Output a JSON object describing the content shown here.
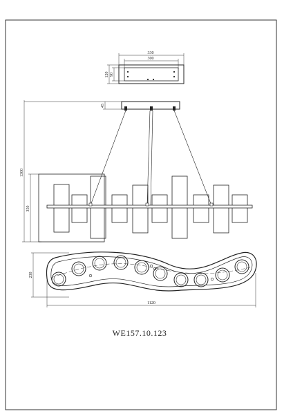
{
  "drawing": {
    "model_number": "WE157.10.123",
    "top_view": {
      "outer_width": "330",
      "inner_width": "300",
      "outer_depth": "120",
      "inner_depth": "90"
    },
    "front_view": {
      "canopy_height": "45",
      "total_height": "1300",
      "shade_height": "350"
    },
    "bottom_view": {
      "depth": "230",
      "length": "1120",
      "ring_count": 10
    }
  }
}
